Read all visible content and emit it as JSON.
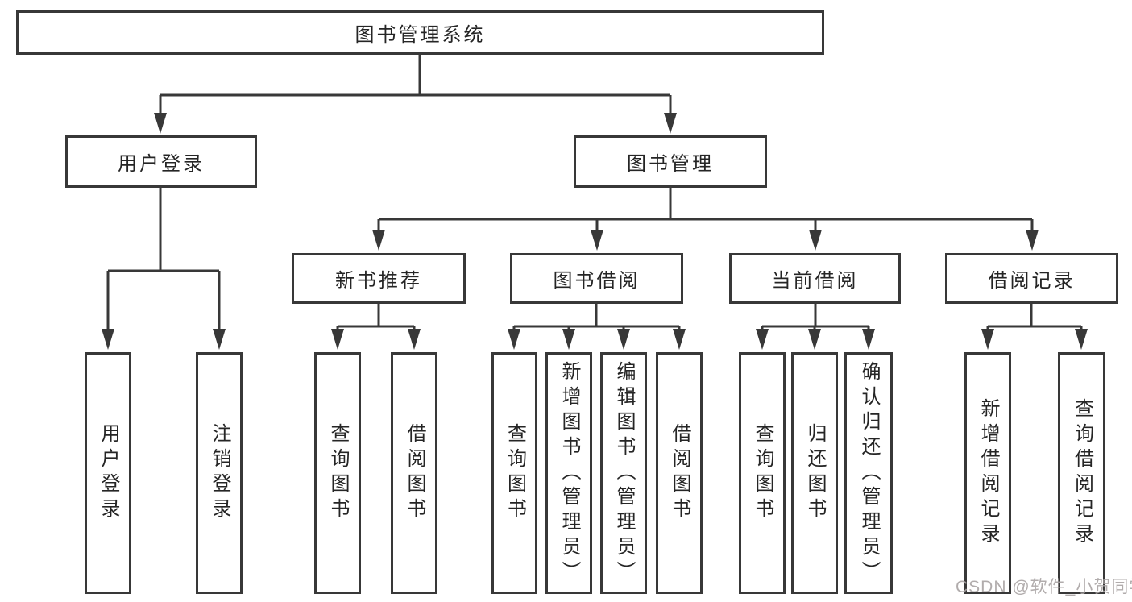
{
  "diagram": {
    "root": {
      "label": "图书管理系统"
    },
    "branches": [
      {
        "label": "用户登录",
        "children": [
          {
            "label": "用户登录"
          },
          {
            "label": "注销登录"
          }
        ]
      },
      {
        "label": "图书管理",
        "children": [
          {
            "label": "新书推荐",
            "children": [
              {
                "label": "查询图书"
              },
              {
                "label": "借阅图书"
              }
            ]
          },
          {
            "label": "图书借阅",
            "children": [
              {
                "label": "查询图书"
              },
              {
                "label": "新增图书（管理员）"
              },
              {
                "label": "编辑图书（管理员）"
              },
              {
                "label": "借阅图书"
              }
            ]
          },
          {
            "label": "当前借阅",
            "children": [
              {
                "label": "查询图书"
              },
              {
                "label": "归还图书"
              },
              {
                "label": "确认归还（管理员）"
              }
            ]
          },
          {
            "label": "借阅记录",
            "children": [
              {
                "label": "新增借阅记录"
              },
              {
                "label": "查询借阅记录"
              }
            ]
          }
        ]
      }
    ]
  },
  "watermark": {
    "text": "CSDN @软件_小贺同学"
  },
  "colors": {
    "line": "#383838",
    "text": "#252525",
    "box_background": "#ffffff",
    "watermark": "#a8a3a3"
  }
}
